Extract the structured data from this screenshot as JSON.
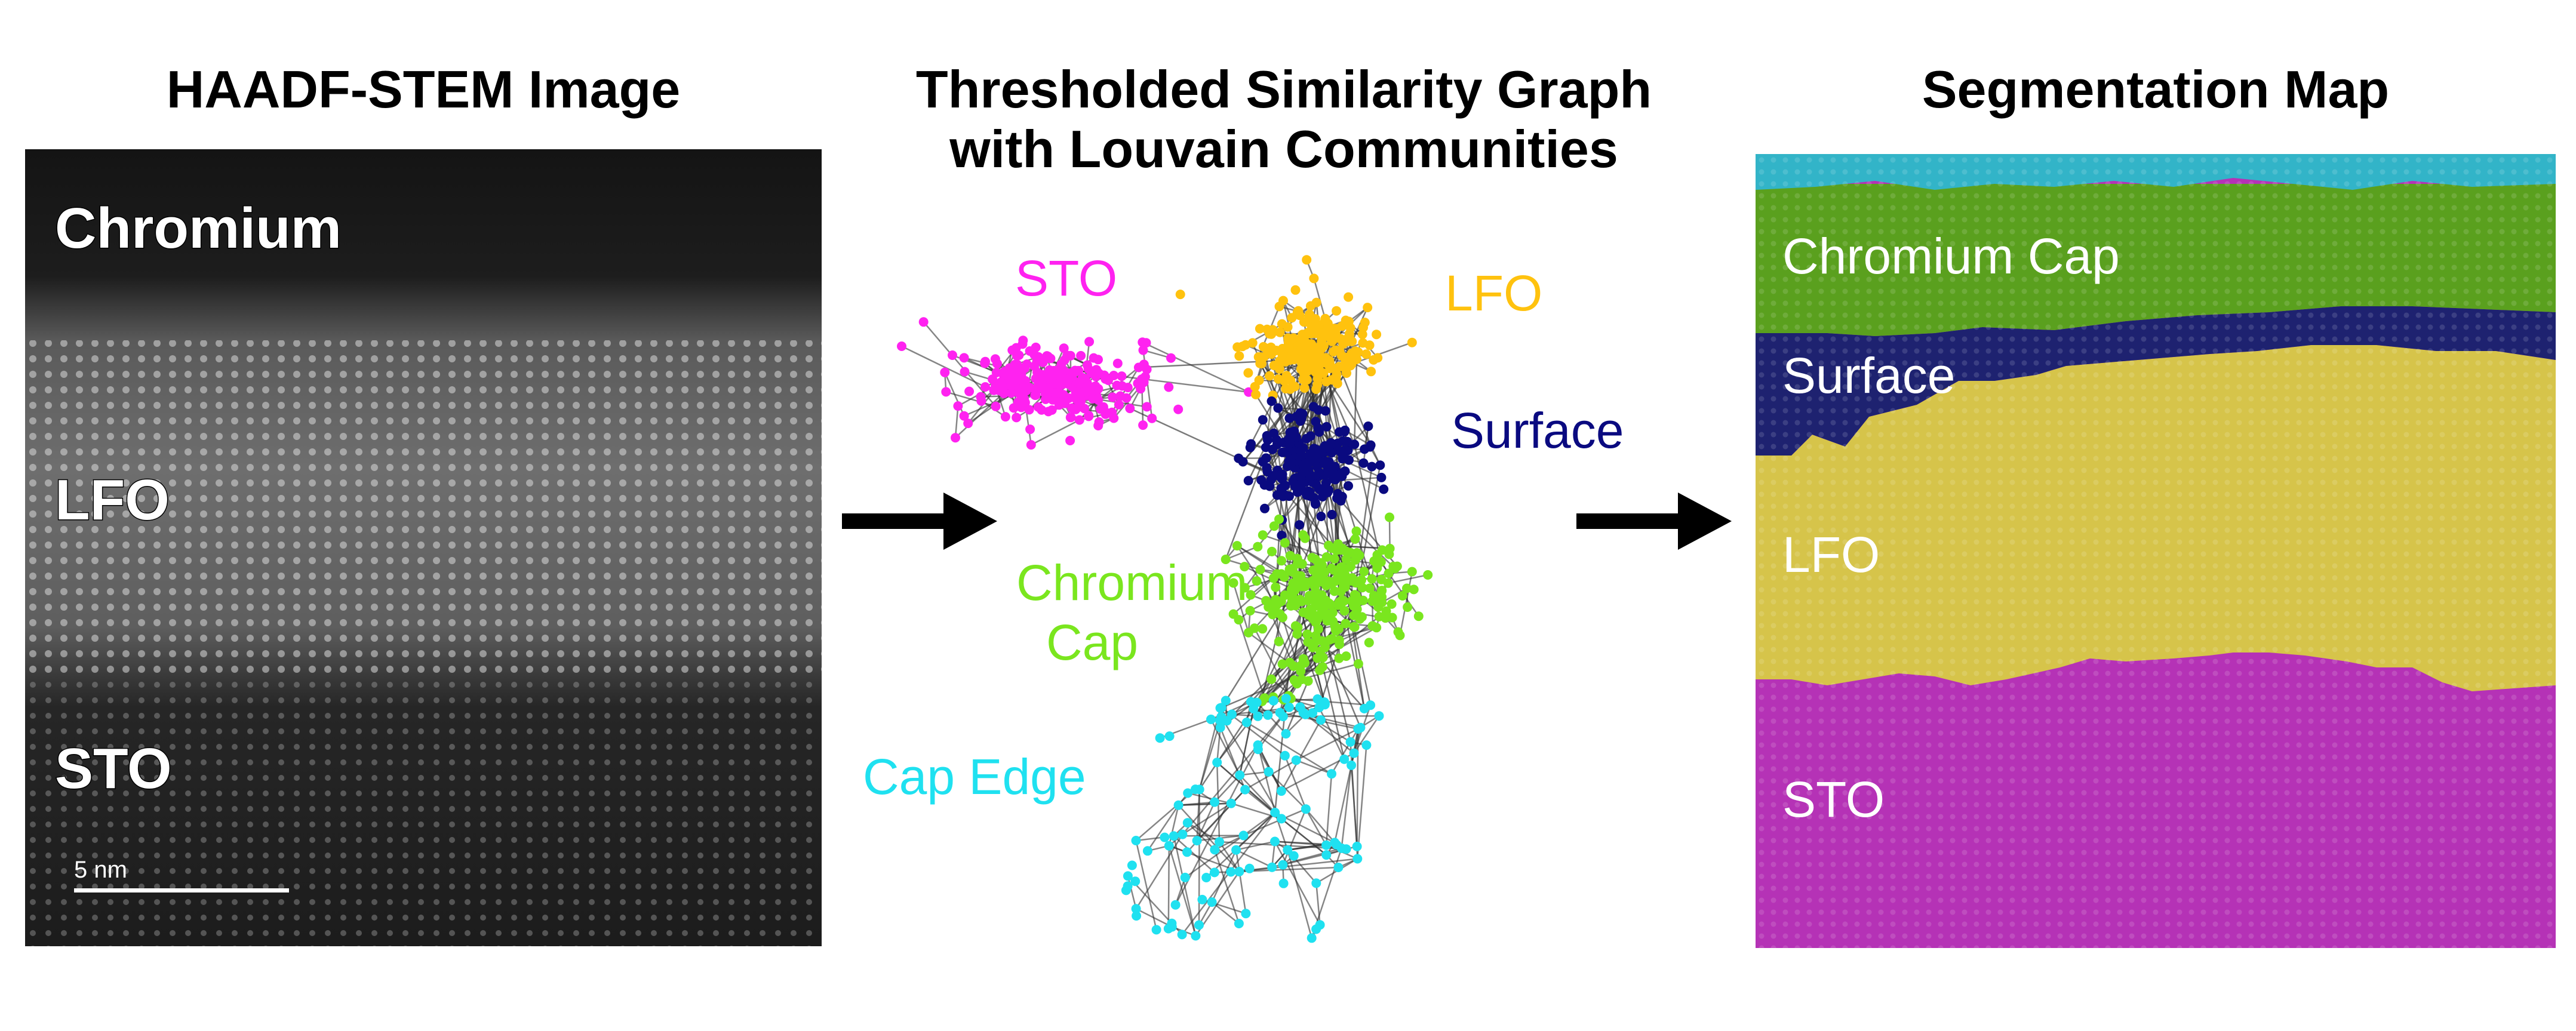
{
  "titles": {
    "left": "HAADF-STEM Image",
    "middle_line1": "Thresholded Similarity Graph",
    "middle_line2": "with Louvain Communities",
    "right": "Segmentation Map"
  },
  "stem": {
    "labels": {
      "top": "Chromium",
      "middle": "LFO",
      "bottom": "STO"
    },
    "scale_bar": "5 nm"
  },
  "graph": {
    "clusters": [
      {
        "id": "sto",
        "lines": [
          "STO"
        ],
        "color": "#ff22f0"
      },
      {
        "id": "lfo",
        "lines": [
          "LFO"
        ],
        "color": "#ffc20e"
      },
      {
        "id": "surface",
        "lines": [
          "Surface"
        ],
        "color": "#0a0a80"
      },
      {
        "id": "chrome",
        "lines": [
          "Chromium",
          "Cap"
        ],
        "color": "#7ae61e"
      },
      {
        "id": "capedge",
        "lines": [
          "Cap Edge"
        ],
        "color": "#1fe1f0"
      }
    ],
    "edge_color": "#333333"
  },
  "segmentation": {
    "regions": [
      {
        "label": "Chromium Cap",
        "color": "#5aa01e"
      },
      {
        "label": "Surface",
        "color": "#1e2270"
      },
      {
        "label": "LFO",
        "color": "#d6c44a"
      },
      {
        "label": "STO",
        "color": "#b532b6"
      }
    ],
    "cap_edge_color": "#32b4c8"
  }
}
